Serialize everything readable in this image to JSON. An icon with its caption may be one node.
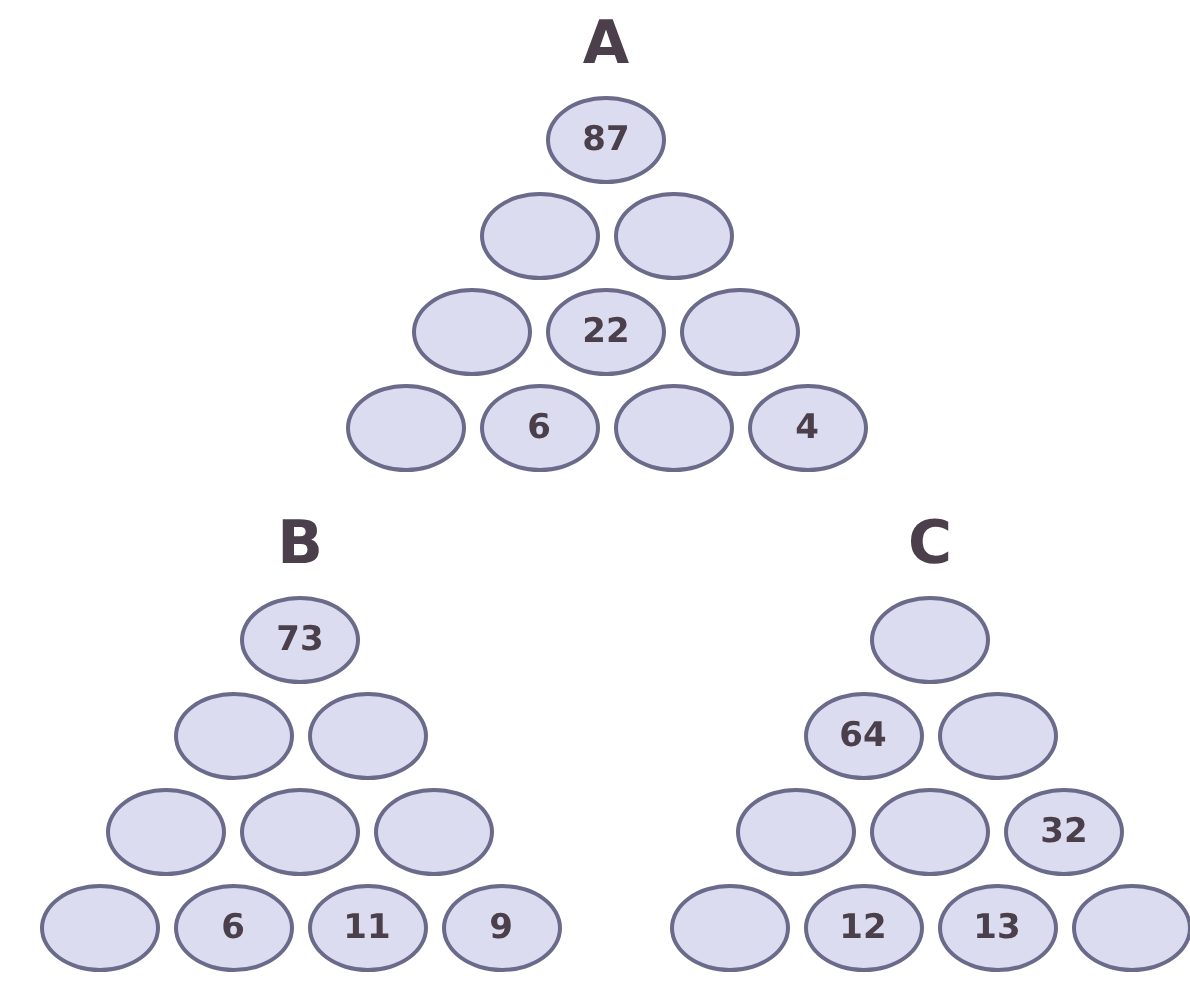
{
  "diagram": {
    "nodes": [
      {
        "text": [
          "87"
        ]
      },
      {
        "text": [],
        "shape": "circle"
      },
      {
        "text": [],
        "shape": "circle"
      },
      {
        "text": [],
        "shape": "circle"
      },
      {
        "text": [
          "22"
        ]
      },
      {
        "text": [],
        "shape": "circle"
      },
      {
        "text": [],
        "shape": "circle"
      },
      {
        "text": [
          "6"
        ]
      },
      {
        "text": [],
        "shape": "circle"
      },
      {
        "text": [
          "4"
        ]
      },
      {
        "text": [
          "73"
        ]
      },
      {
        "text": [],
        "shape": "circle"
      },
      {
        "text": [],
        "shape": "circle"
      },
      {
        "text": [],
        "shape": "circle"
      },
      {
        "text": [],
        "shape": "circle"
      },
      {
        "text": [],
        "shape": "circle"
      },
      {
        "text": [],
        "shape": "circle"
      },
      {
        "text": [
          "6"
        ]
      },
      {
        "text": [
          "11"
        ]
      },
      {
        "text": [
          "9"
        ]
      },
      {
        "text": [],
        "shape": "circle"
      },
      {
        "text": [
          "64"
        ]
      },
      {
        "text": [],
        "shape": "circle"
      },
      {
        "text": [],
        "shape": "circle"
      },
      {
        "text": [],
        "shape": "circle"
      },
      {
        "text": [
          "32"
        ]
      },
      {
        "text": [],
        "shape": "circle"
      },
      {
        "text": [
          "12"
        ]
      },
      {
        "text": [
          "13"
        ]
      },
      {
        "text": [],
        "shape": "circle"
      }
    ],
    "labels": [
      "A",
      "B",
      "C"
    ]
  }
}
